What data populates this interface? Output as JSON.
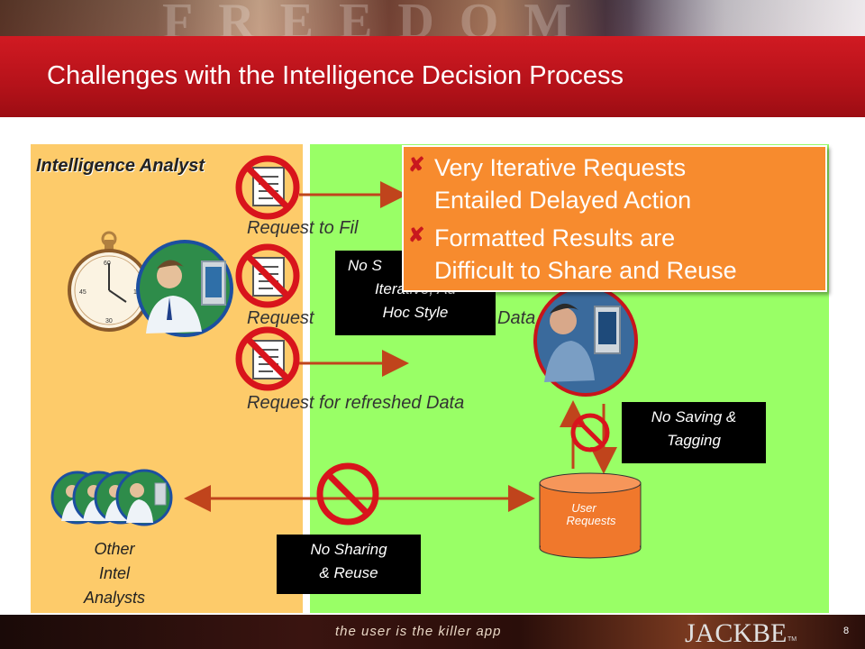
{
  "slide": {
    "title": "Challenges with the Intelligence Decision Process",
    "panel_label": "Intelligence Analyst",
    "requests": [
      "Request to Fil",
      "Request",
      "Data",
      "Request for refreshed Data"
    ],
    "callouts": {
      "iterative": [
        "No S",
        "Iterative, Ad",
        "Hoc Style"
      ],
      "saving": [
        "No Saving &",
        "Tagging"
      ],
      "sharing": [
        "No Sharing",
        "& Reuse"
      ]
    },
    "popup_bullets": [
      [
        "Very Iterative Requests",
        "Entailed Delayed Action"
      ],
      [
        "Formatted Results are",
        "Difficult to Share and Reuse"
      ]
    ],
    "database_label": [
      "User",
      "Requests"
    ],
    "other_analysts": [
      "Other",
      "Intel",
      "Analysts"
    ]
  },
  "footer": {
    "tagline": "the user is the killer app",
    "logo": "JACKBE",
    "tm": "TM",
    "page_number": "8"
  },
  "colors": {
    "banner_red": "#c4161c",
    "left_panel": "#fdcb6a",
    "right_panel": "#99ff66",
    "popup": "#f78b2e",
    "prohibit_red": "#d8141c",
    "arrow": "#c0441c",
    "cylinder": "#f0782c"
  },
  "icons": [
    "prohibition-sign-icon",
    "document-icon",
    "stopwatch-icon",
    "analyst-avatar-icon",
    "database-cylinder-icon",
    "cross-bullet-icon"
  ]
}
